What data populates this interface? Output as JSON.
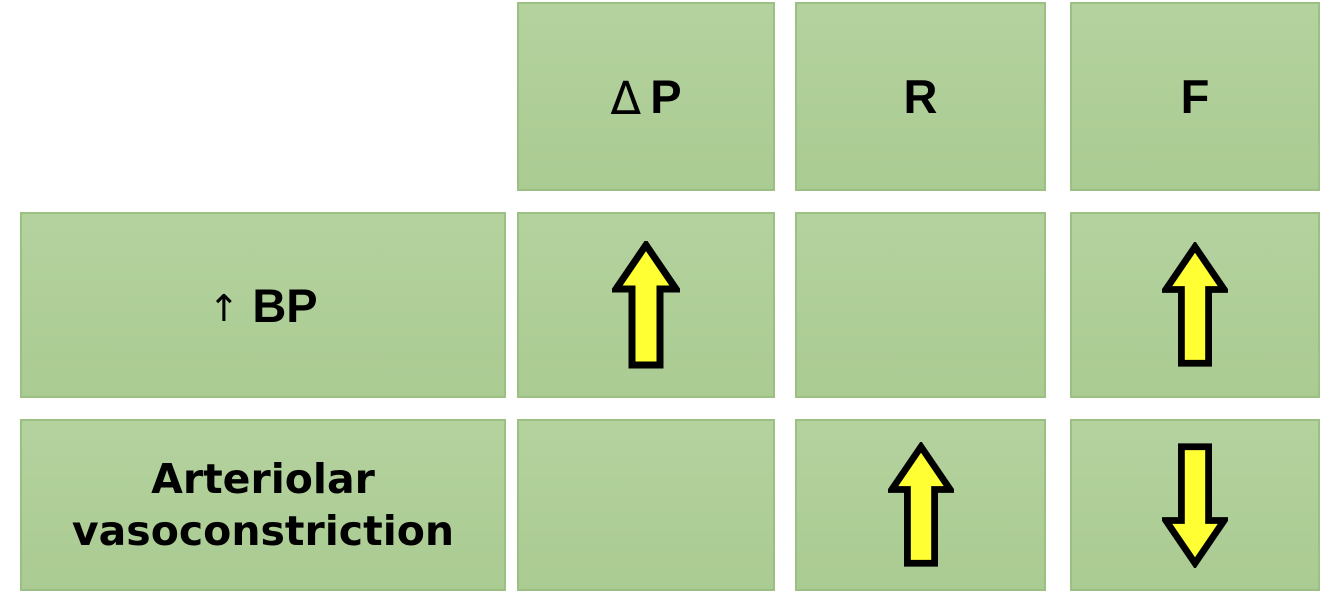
{
  "figure": {
    "type": "table-diagram",
    "background_color": "#ffffff",
    "cell_fill_color": "#b0cf9a",
    "cell_border_color": "#9cbf84",
    "text_color": "#000000",
    "arrow_fill_color": "#ffff33",
    "arrow_outline_color": "#000000"
  },
  "columns": [
    {
      "id": "row-label",
      "header": ""
    },
    {
      "id": "delta-p",
      "header_prefix": "Δ",
      "header": "P"
    },
    {
      "id": "r",
      "header": "R"
    },
    {
      "id": "f",
      "header": "F"
    }
  ],
  "rows": [
    {
      "id": "increased-bp",
      "label_prefix": "↑",
      "label": "BP",
      "cells": [
        {
          "column": "delta-p",
          "value": "up",
          "arrow": "up-arrow"
        },
        {
          "column": "r",
          "value": "none",
          "arrow": ""
        },
        {
          "column": "f",
          "value": "up",
          "arrow": "up-arrow"
        }
      ]
    },
    {
      "id": "arteriolar-vasoconstriction",
      "label_line1": "Arteriolar",
      "label_line2": "vasoconstriction",
      "cells": [
        {
          "column": "delta-p",
          "value": "none",
          "arrow": ""
        },
        {
          "column": "r",
          "value": "up",
          "arrow": "up-arrow"
        },
        {
          "column": "f",
          "value": "down",
          "arrow": "down-arrow"
        }
      ]
    }
  ]
}
